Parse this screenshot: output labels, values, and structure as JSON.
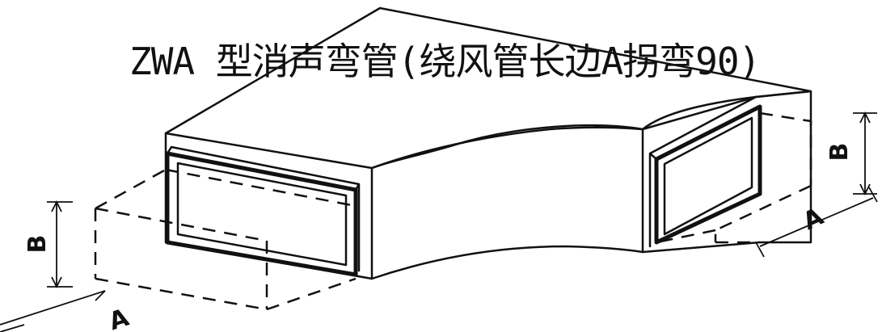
{
  "diagram": {
    "title": "ZWA 型消声弯管(绕风管长边A拐弯90)",
    "labels": {
      "left_height": "B",
      "left_length": "A",
      "right_height": "B",
      "right_width": "A"
    }
  }
}
